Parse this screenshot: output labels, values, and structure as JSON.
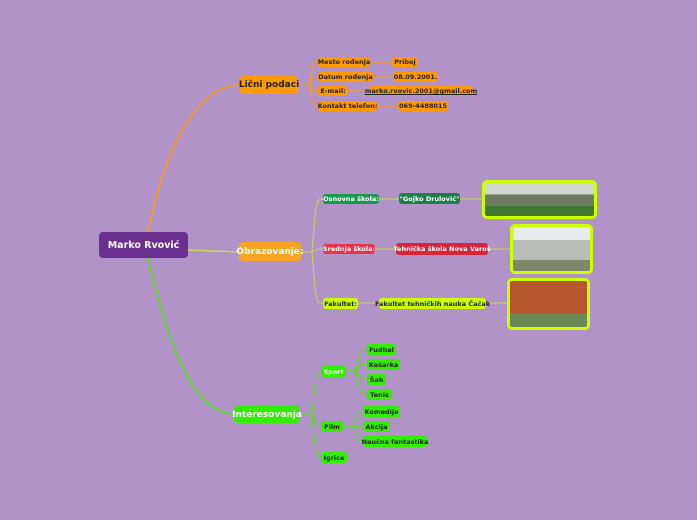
{
  "root": "Marko Rvović",
  "licni": {
    "title": "Lični podaci",
    "items": [
      {
        "label": "Mesto rođenja",
        "value": "Priboj"
      },
      {
        "label": "Datum rođenja",
        "value": "08.09.2001."
      },
      {
        "label": "E-mail:",
        "value": "marko.rvovic.2001@gmail.com"
      },
      {
        "label": "Kontakt telefon:",
        "value": "069-4488015"
      }
    ]
  },
  "obrazovanje": {
    "title": "Obrazovanje:",
    "items": [
      {
        "label": "Osnovna škola:",
        "value": "\"Gojko Drulović\""
      },
      {
        "label": "Srednja škola:",
        "value": "Tehnička škola Nova Varoš"
      },
      {
        "label": "Fakultet:",
        "value": "Fakultet tehničkih nauka Čačak"
      }
    ]
  },
  "interesovanja": {
    "title": "Interesovanja",
    "sport": "Sport",
    "sport_items": [
      "Fudbal",
      "Košarka",
      "Šah",
      "Tenis"
    ],
    "film": "Film",
    "film_items": [
      "Komedija",
      "Akcija",
      "Naučna fantastika"
    ],
    "igrice": "Igrice"
  }
}
